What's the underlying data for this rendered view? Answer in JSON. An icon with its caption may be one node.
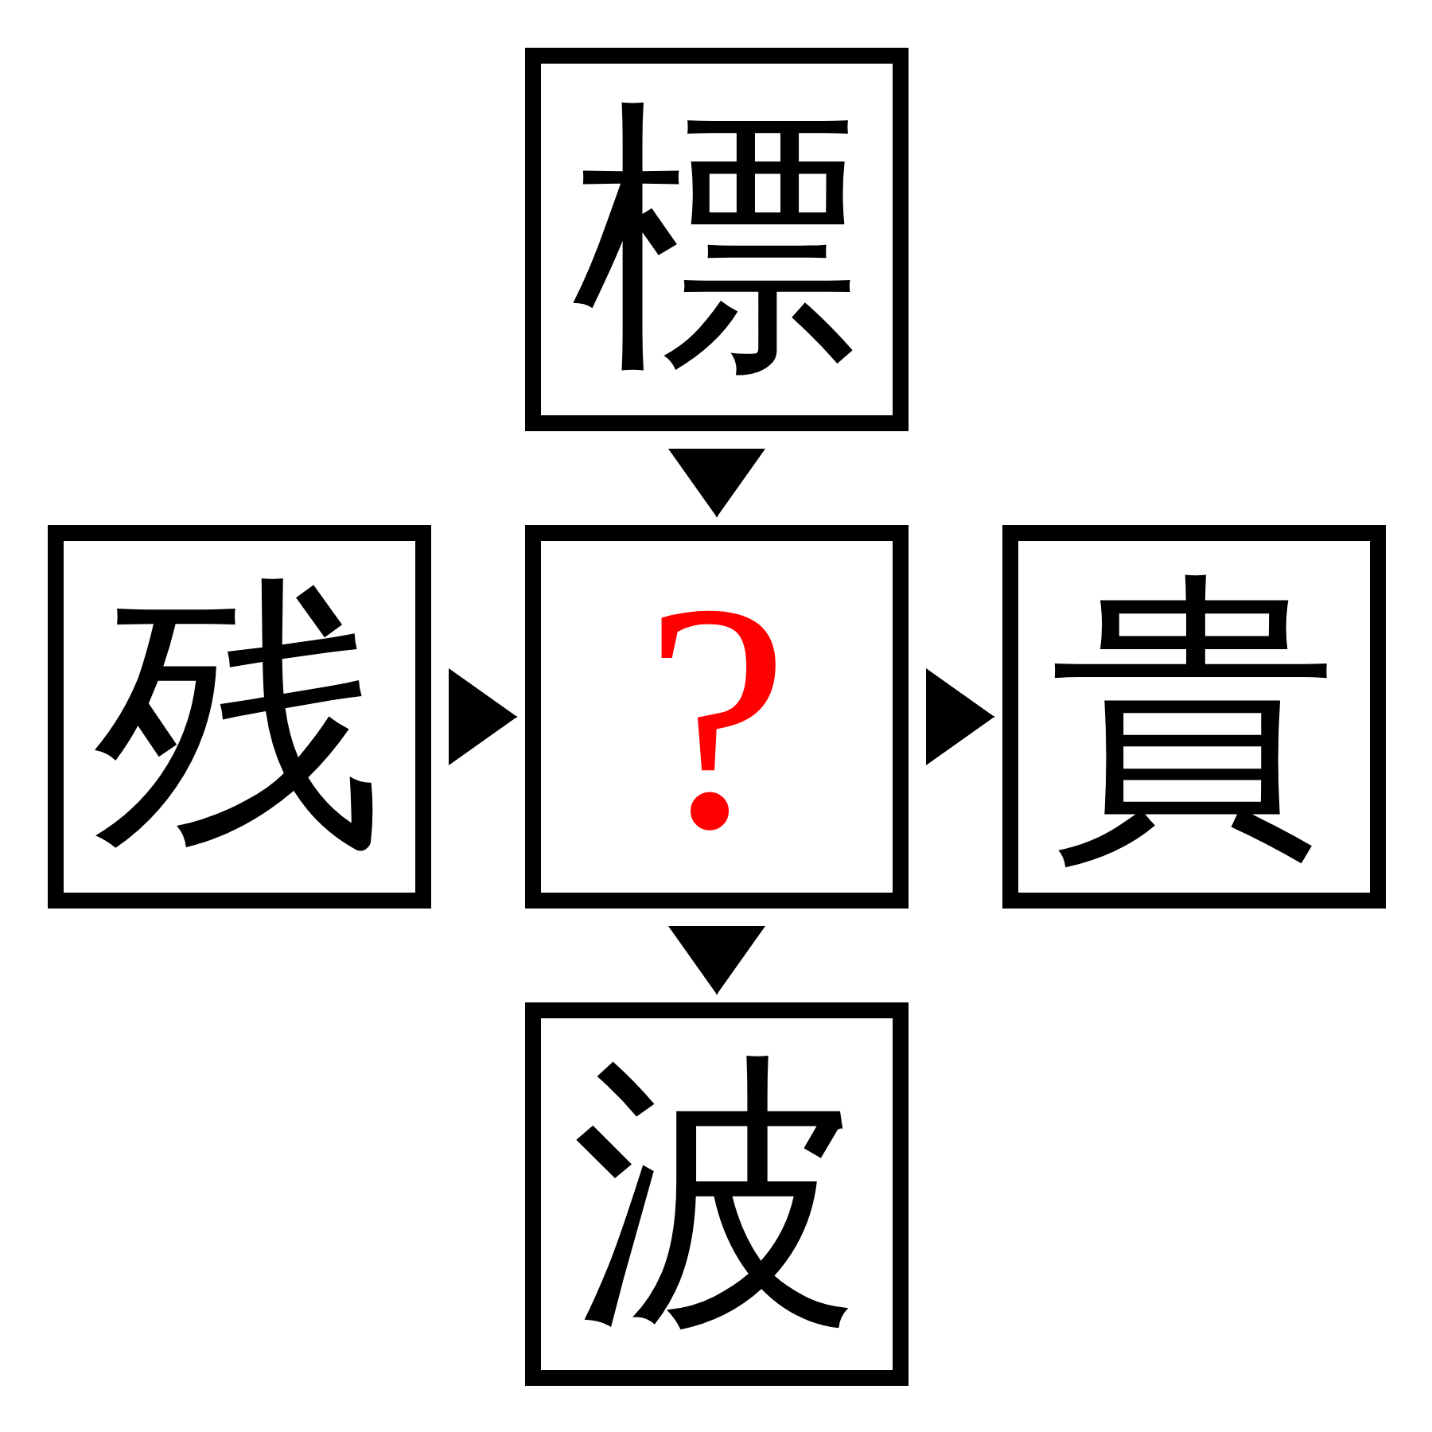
{
  "diagram": {
    "nodes": [
      {
        "text": [
          "標"
        ]
      },
      {
        "text": [
          "残"
        ]
      },
      {
        "text": [
          "?"
        ]
      },
      {
        "text": [
          "貴"
        ]
      },
      {
        "text": [
          "波"
        ]
      }
    ],
    "edges": [
      {
        "from": 0,
        "to": 2,
        "arrow": "to"
      },
      {
        "from": 1,
        "to": 2,
        "arrow": "to"
      },
      {
        "from": 2,
        "to": 3,
        "arrow": "to"
      },
      {
        "from": 2,
        "to": 4,
        "arrow": "to"
      }
    ]
  }
}
